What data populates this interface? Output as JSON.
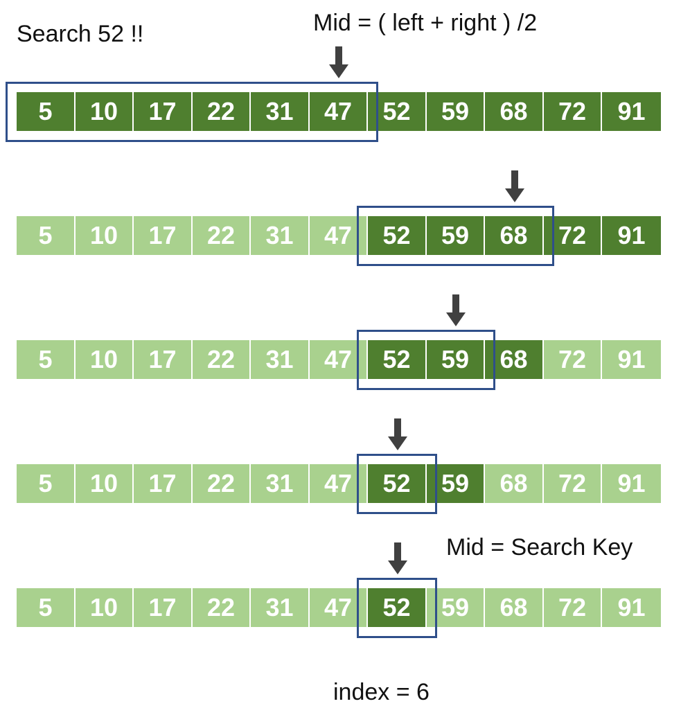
{
  "title": "Search 52 !!",
  "formula": "Mid = ( left + right ) /2",
  "found_note": "Mid = Search Key",
  "result": "index = 6",
  "colors": {
    "active": "#4f7f2f",
    "inactive": "#a9d18e",
    "range_box": "#2f4f8a",
    "arrow": "#404040"
  },
  "array": [
    5,
    10,
    17,
    22,
    31,
    47,
    52,
    59,
    68,
    72,
    91
  ],
  "steps": [
    {
      "active": [
        0,
        1,
        2,
        3,
        4,
        5,
        6,
        7,
        8,
        9,
        10
      ],
      "box": [
        0,
        5
      ],
      "mid": 5
    },
    {
      "active": [
        6,
        7,
        8,
        9,
        10
      ],
      "box": [
        6,
        8
      ],
      "mid": 8
    },
    {
      "active": [
        6,
        7,
        8
      ],
      "box": [
        6,
        7
      ],
      "mid": 7
    },
    {
      "active": [
        6,
        7
      ],
      "box": [
        6,
        6
      ],
      "mid": 6
    },
    {
      "active": [
        6
      ],
      "box": [
        6,
        6
      ],
      "mid": 6
    }
  ]
}
